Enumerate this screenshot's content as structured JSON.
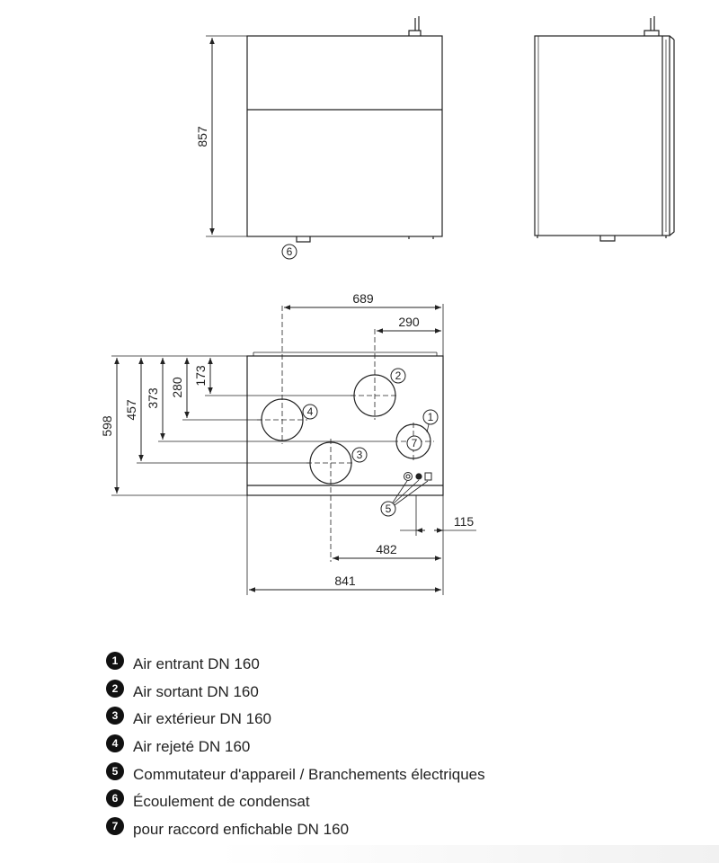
{
  "dimensions": {
    "height_857": "857",
    "width_689": "689",
    "width_290": "290",
    "depth_598": "598",
    "depth_457": "457",
    "depth_373": "373",
    "depth_280": "280",
    "depth_173": "173",
    "width_115": "115",
    "width_482": "482",
    "width_841": "841"
  },
  "markers": [
    "1",
    "2",
    "3",
    "4",
    "5",
    "6",
    "7"
  ],
  "legend": [
    {
      "num": "1",
      "text": "Air entrant DN 160"
    },
    {
      "num": "2",
      "text": "Air sortant DN 160"
    },
    {
      "num": "3",
      "text": "Air extérieur DN 160"
    },
    {
      "num": "4",
      "text": "Air rejeté DN 160"
    },
    {
      "num": "5",
      "text": "Commutateur d'appareil / Branchements électriques"
    },
    {
      "num": "6",
      "text": "Écoulement de condensat"
    },
    {
      "num": "7",
      "text": "pour raccord enfichable DN 160"
    }
  ]
}
